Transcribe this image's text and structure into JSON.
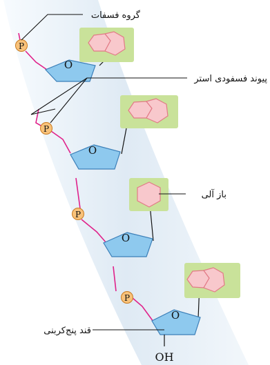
{
  "diagram": {
    "labels": {
      "phosphate_group": "گروه فسفات",
      "phosphodiester_bond": "پیوند فسفودی استر",
      "base": "باز آلی",
      "pentose_sugar": "قند پنج‌کربنی"
    },
    "phosphate_symbol": "P",
    "ring_oxygen": "O",
    "hydroxyl": "OH"
  },
  "colors": {
    "backbone": "#e0218a",
    "sugar_fill": "#8ec9ee",
    "sugar_stroke": "#3b7fb8",
    "phosphate_fill": "#f8c27a",
    "phosphate_stroke": "#c97a1e",
    "base_box": "#c9e29a",
    "base_fill": "#f8c8cc",
    "base_stroke": "#e27a86",
    "band": "#dde9f3"
  }
}
